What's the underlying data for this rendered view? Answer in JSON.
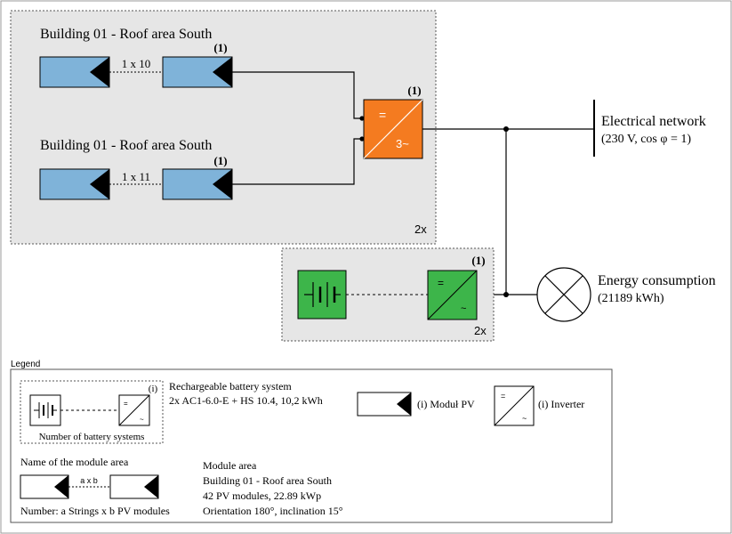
{
  "pv_system": {
    "area_1": {
      "title": "Building 01 - Roof area South",
      "string_label": "1 x 10",
      "module_index": "(1)",
      "input_number": "1"
    },
    "area_2": {
      "title": "Building 01 - Roof area South",
      "string_label": "1 x 11",
      "module_index": "(1)",
      "input_number": "2"
    },
    "inverter": {
      "index": "(1)",
      "dc_symbol": "=",
      "ac_symbol": "3~"
    },
    "multiplier": "2x"
  },
  "battery_system": {
    "inverter_index": "(1)",
    "dc_symbol": "=",
    "ac_symbol": "~",
    "multiplier": "2x"
  },
  "grid": {
    "title": "Electrical network",
    "spec": "(230 V, cos φ = 1)"
  },
  "consumption": {
    "title": "Energy consumption",
    "value": "(21189 kWh)"
  },
  "legend": {
    "title": "Legend",
    "battery_item": {
      "index": "(i)",
      "caption": "Number of battery systems",
      "title": "Rechargeable battery system",
      "detail": "2x AC1-6.0-E + HS 10.4, 10,2 kWh",
      "dc_symbol": "=",
      "ac_symbol": "~"
    },
    "module_item": {
      "label": "(i) Moduł PV"
    },
    "inverter_item": {
      "label": "(i) Inverter",
      "dc_symbol": "=",
      "ac_symbol": "~"
    },
    "area_item": {
      "name_caption": "Name of the module area",
      "string_label": "a x b",
      "number_caption": "Number: a Strings x b PV modules"
    },
    "module_area": {
      "title": "Module area",
      "line1": "Building 01 - Roof area South",
      "line2": "42 PV modules, 22.89 kWp",
      "line3": "Orientation 180°, inclination 15°"
    }
  },
  "colors": {
    "pv_module": "#7fb3d9",
    "inverter": "#f47b20",
    "battery": "#3db54a",
    "panel_bg": "#e6e6e6"
  }
}
